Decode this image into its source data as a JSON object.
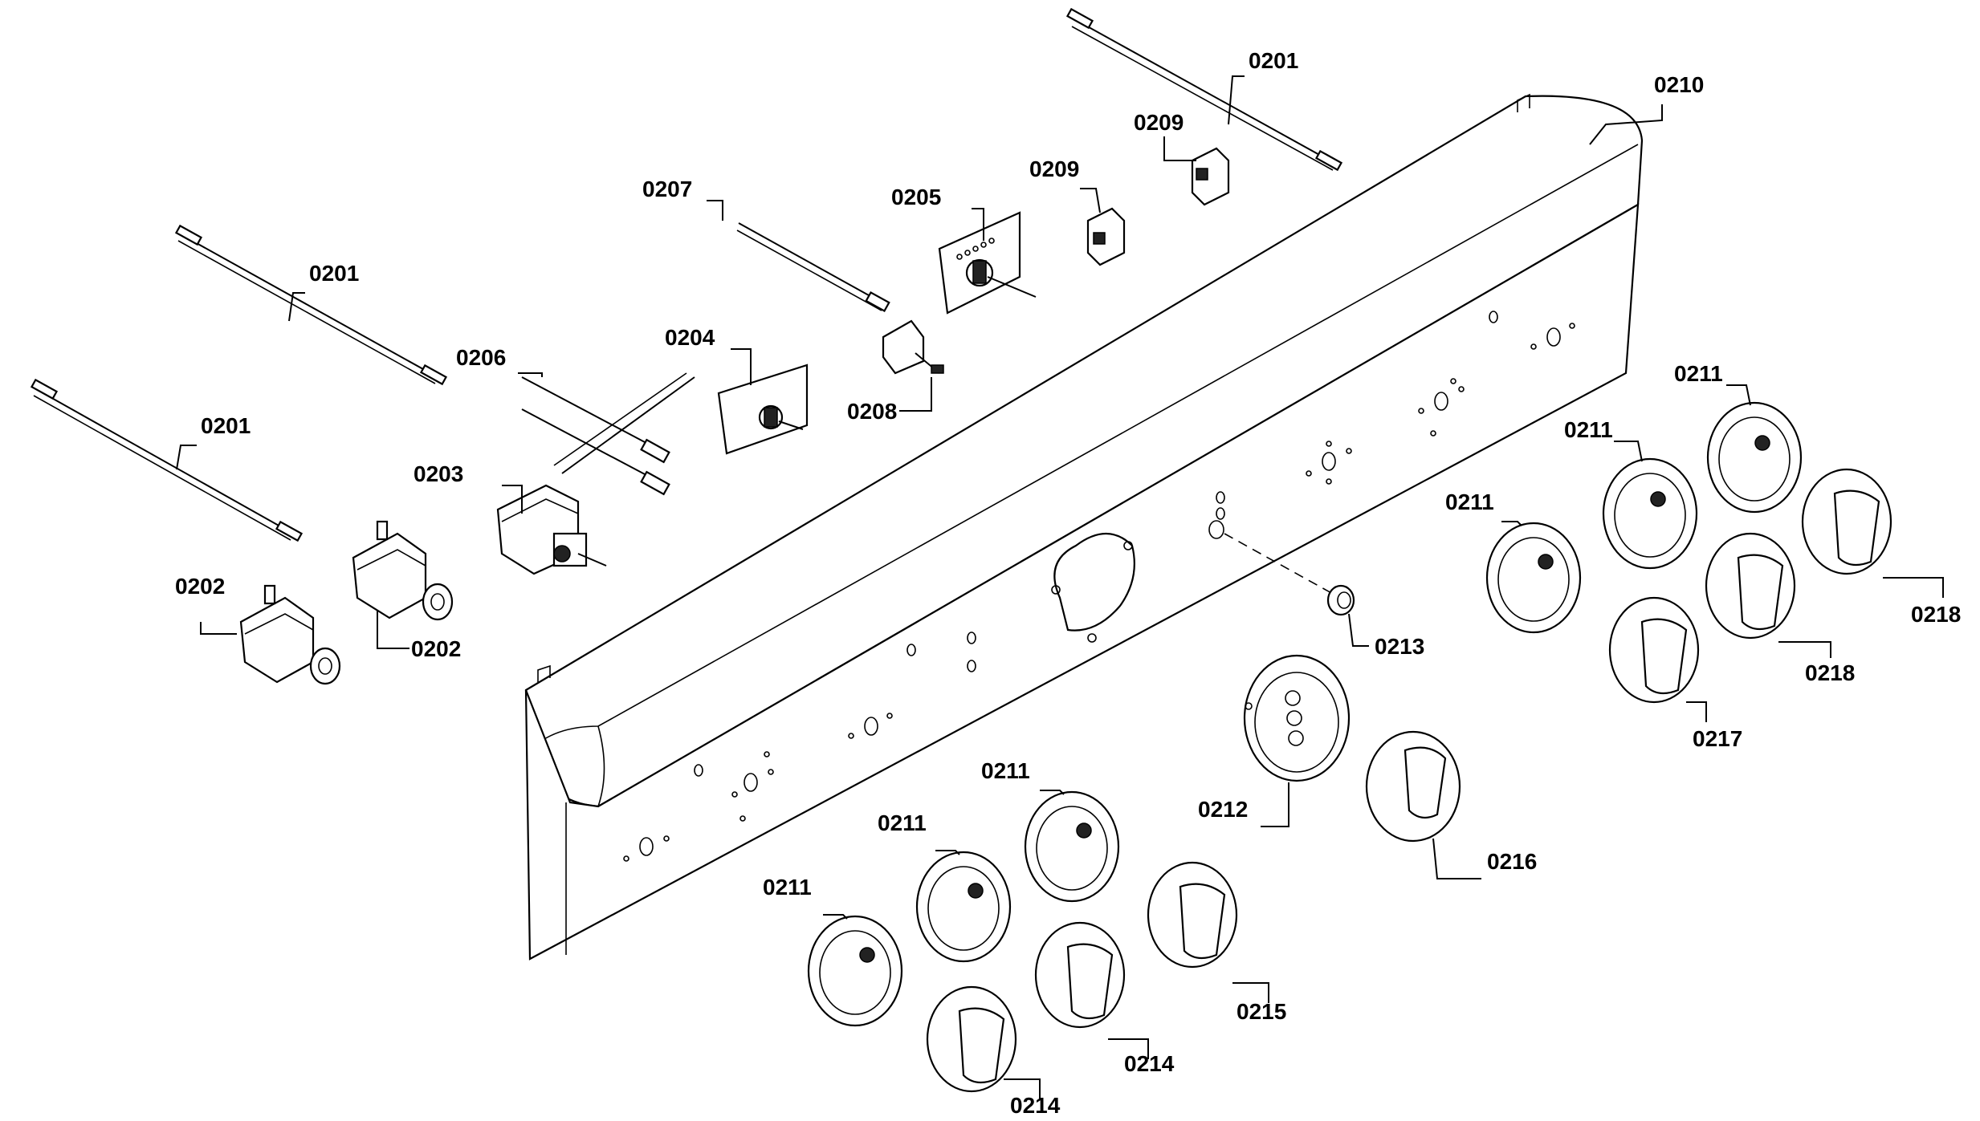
{
  "diagram": {
    "callouts": {
      "c0201_top": "0201",
      "c0201_mid": "0201",
      "c0201_left": "0201",
      "c0202_left": "0202",
      "c0202_right": "0202",
      "c0203": "0203",
      "c0204": "0204",
      "c0205": "0205",
      "c0206": "0206",
      "c0207": "0207",
      "c0208": "0208",
      "c0209_a": "0209",
      "c0209_b": "0209",
      "c0210": "0210",
      "c0211_r1": "0211",
      "c0211_r2": "0211",
      "c0211_r3": "0211",
      "c0211_b1": "0211",
      "c0211_b2": "0211",
      "c0211_b3": "0211",
      "c0212": "0212",
      "c0213": "0213",
      "c0214_a": "0214",
      "c0214_b": "0214",
      "c0215": "0215",
      "c0216": "0216",
      "c0217": "0217",
      "c0218_a": "0218",
      "c0218_b": "0218"
    }
  }
}
